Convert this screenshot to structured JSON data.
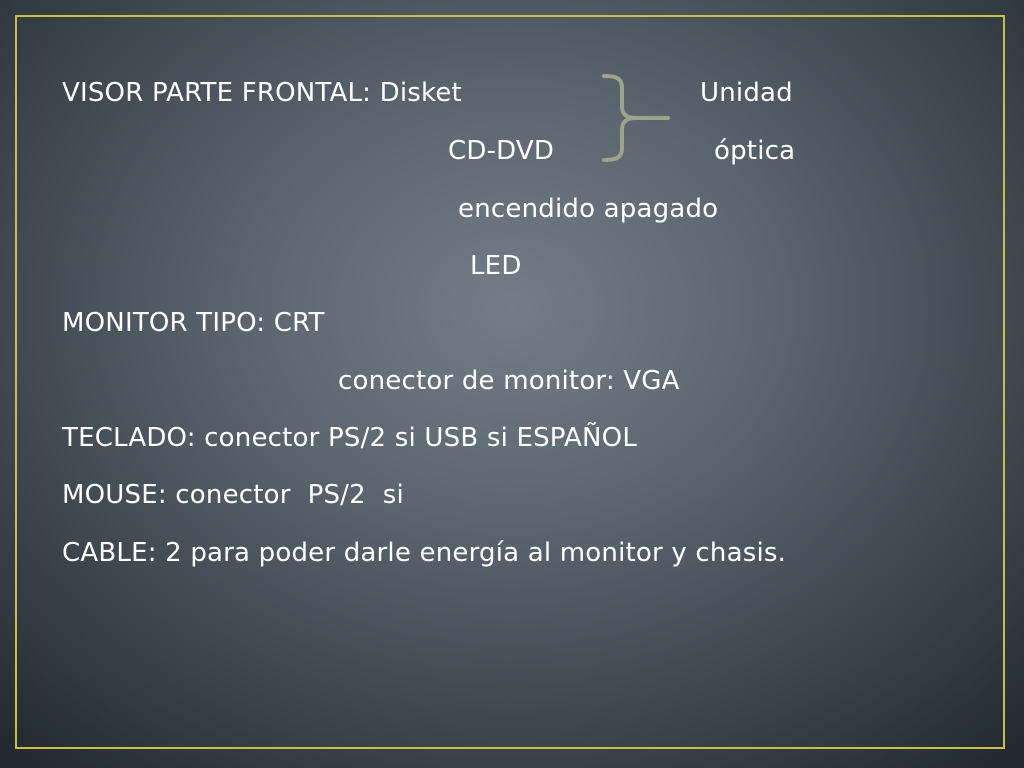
{
  "slide": {
    "lines": {
      "visor_label": "VISOR PARTE FRONTAL: Disket",
      "unidad": "Unidad",
      "cd_dvd": "CD-DVD",
      "optica": "óptica",
      "encendido": "encendido apagado",
      "led": "LED",
      "monitor": "MONITOR TIPO: CRT",
      "conector_monitor": "conector de monitor: VGA",
      "teclado": "TECLADO: conector PS/2 si USB si ESPAÑOL",
      "mouse": "MOUSE: conector  PS/2  si",
      "cable": "CABLE: 2 para poder darle energía al monitor y chasis."
    },
    "colors": {
      "frame": "#c9c043",
      "text": "#ffffff",
      "brace": "#9ea38c"
    }
  }
}
